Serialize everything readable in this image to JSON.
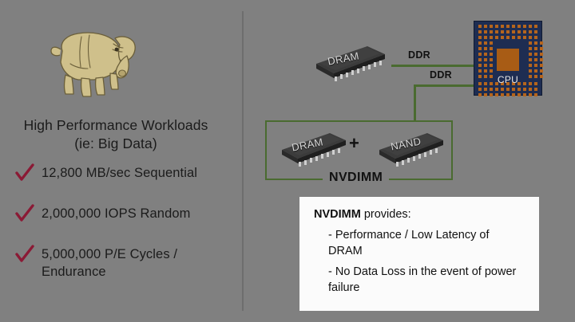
{
  "slide": {
    "background_color": "#808080",
    "divider_color": "#6e6e6e"
  },
  "left_panel": {
    "logo": {
      "name": "hadoop-elephant-logo",
      "body_color": "#cfc08b",
      "outline_color": "#6b5f3a"
    },
    "heading_line1": "High Performance Workloads",
    "heading_line2": "(ie: Big Data)",
    "check_color": "#8b1a35",
    "bullets": [
      {
        "text": "12,800 MB/sec Sequential"
      },
      {
        "text": "2,000,000 IOPS Random"
      },
      {
        "text": "5,000,000 P/E Cycles / Endurance"
      }
    ]
  },
  "right_panel": {
    "trace_color": "#4a6b30",
    "dram_top": {
      "label": "DRAM"
    },
    "cpu": {
      "label": "CPU",
      "body_color": "#1e2d52",
      "die_color": "#a85c15",
      "pin_color": "#b5651d"
    },
    "ddr_links": [
      {
        "label": "DDR"
      },
      {
        "label": "DDR"
      }
    ],
    "nvdimm_group": {
      "label": "NVDIMM",
      "modules": [
        {
          "label": "DRAM"
        },
        {
          "label": "NAND"
        }
      ],
      "operator": "+"
    },
    "callout": {
      "heading_strong": "NVDIMM",
      "heading_rest": " provides:",
      "items": [
        "- Performance / Low Latency of DRAM",
        "- No Data Loss in the event of power failure"
      ]
    }
  }
}
